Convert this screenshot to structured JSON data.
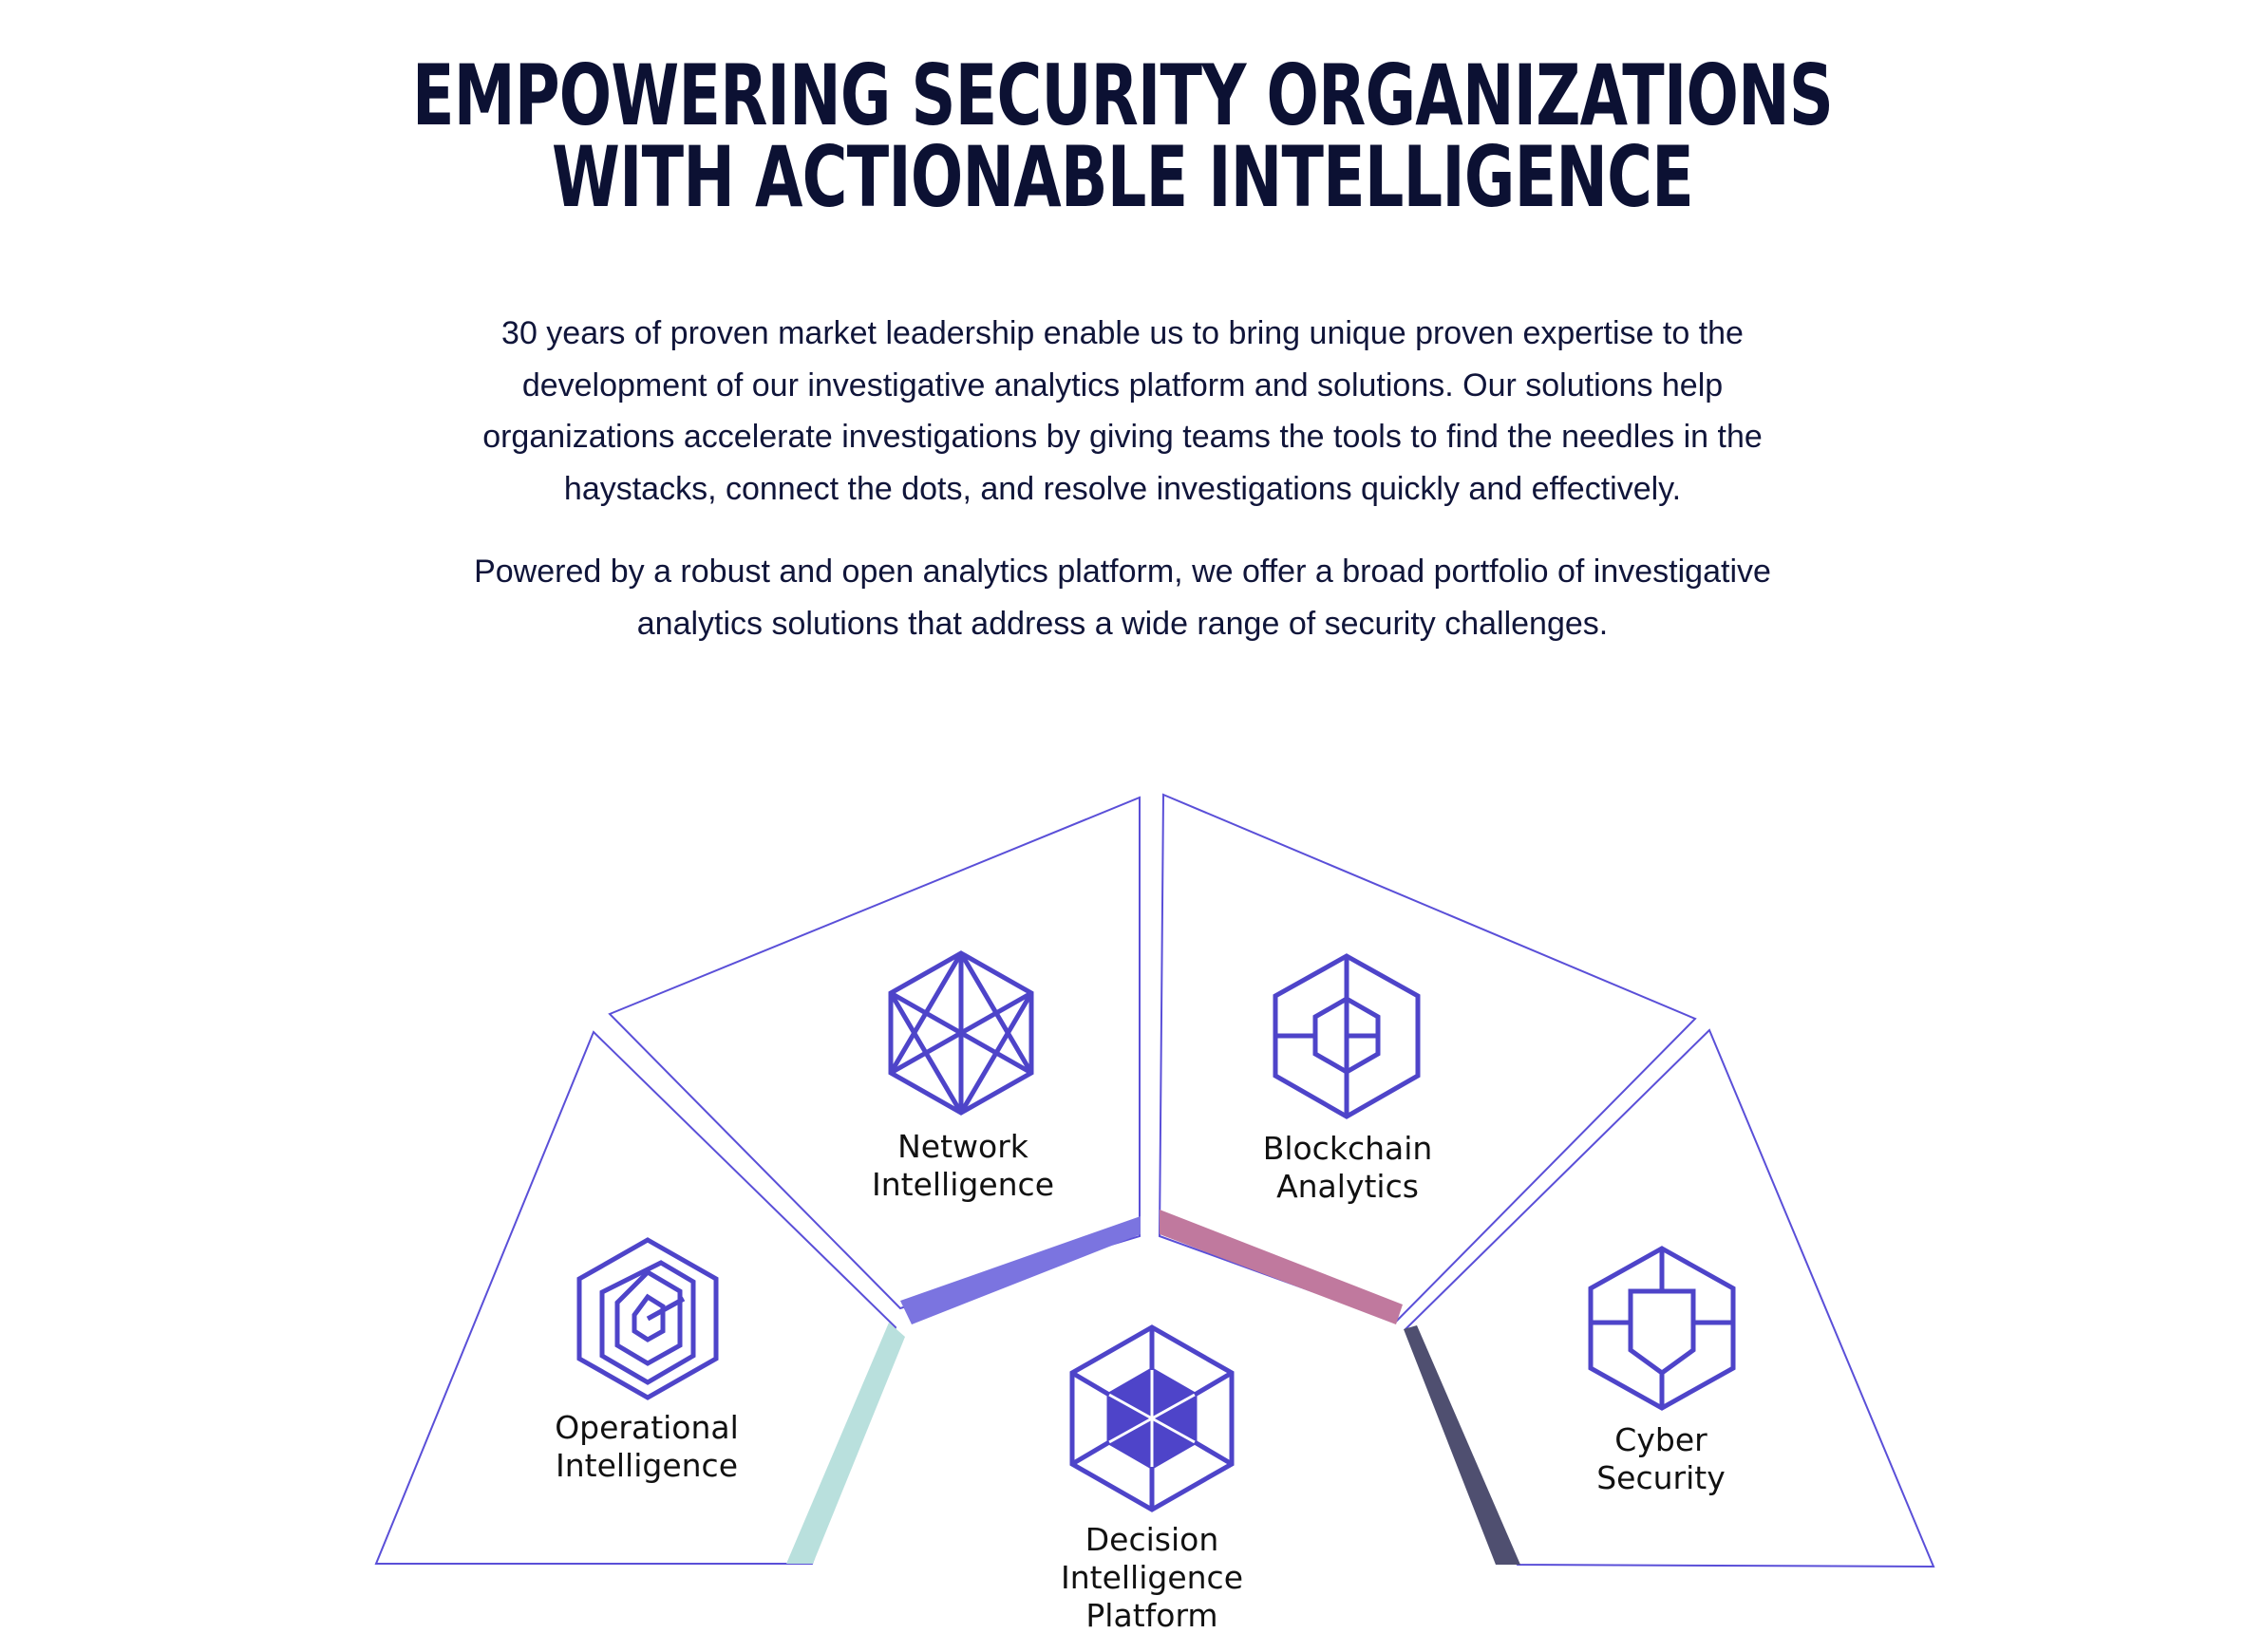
{
  "header": {
    "title_line1": "EMPOWERING SECURITY ORGANIZATIONS",
    "title_line2": "WITH ACTIONABLE INTELLIGENCE"
  },
  "intro": {
    "paragraph1": "30 years of proven market leadership enable us to bring unique proven expertise to the development of our investigative analytics platform and solutions. Our solutions help organizations accelerate investigations by giving teams the tools to find the needles in the haystacks, connect the dots, and resolve investigations quickly and effectively.",
    "paragraph2": "Powered by a robust and open analytics platform, we offer a broad portfolio of investigative analytics solutions that address a wide range of security challenges."
  },
  "diagram": {
    "segments": {
      "operational": {
        "line1": "Operational",
        "line2": "Intelligence",
        "accent": "#b9e0dd",
        "icon": "concentric-hexagon-icon"
      },
      "network": {
        "line1": "Network",
        "line2": "Intelligence",
        "accent": "#7b74e0",
        "icon": "network-hexagon-icon"
      },
      "blockchain": {
        "line1": "Blockchain",
        "line2": "Analytics",
        "accent": "#c0799e",
        "icon": "blockchain-hexagon-icon"
      },
      "cyber": {
        "line1": "Cyber",
        "line2": "Security",
        "accent": "#4f4f70",
        "icon": "shield-hexagon-icon"
      },
      "platform": {
        "line1": "Decision",
        "line2": "Intelligence",
        "line3": "Platform",
        "icon": "platform-hexagon-icon"
      }
    },
    "colors": {
      "outline": "#5a4fd8",
      "icon": "#4e44c9",
      "text": "#111111"
    }
  }
}
